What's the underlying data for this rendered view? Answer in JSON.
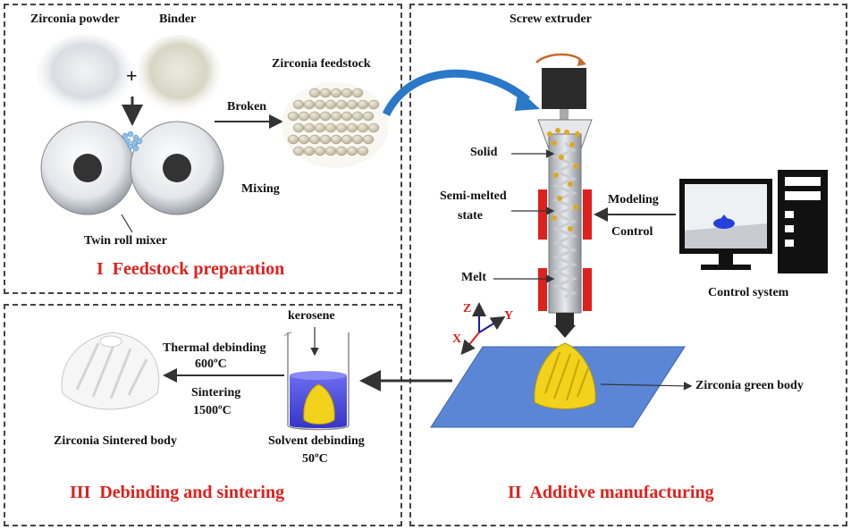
{
  "panels": {
    "p1": {
      "numeral": "I",
      "title": "Feedstock preparation"
    },
    "p2": {
      "numeral": "II",
      "title": "Additive manufacturing"
    },
    "p3": {
      "numeral": "III",
      "title": "Debinding and sintering"
    }
  },
  "feedstock": {
    "zirconia_powder": "Zirconia powder",
    "binder": "Binder",
    "plus": "+",
    "broken": "Broken",
    "zirconia_feedstock": "Zirconia feedstock",
    "mixing": "Mixing",
    "twin_roll_mixer": "Twin roll mixer"
  },
  "am": {
    "screw_extruder": "Screw extruder",
    "solid": "Solid",
    "semi_melted_1": "Semi-melted",
    "semi_melted_2": "state",
    "melt": "Melt",
    "modeling": "Modeling",
    "control": "Control",
    "control_system": "Control system",
    "green_body": "Zirconia green body",
    "axis_z": "Z",
    "axis_y": "Y",
    "axis_x": "X"
  },
  "sinter": {
    "kerosene": "kerosene",
    "thermal_debinding": "Thermal debinding",
    "thermal_temp": "600ºC",
    "sintering": "Sintering",
    "sintering_temp": "1500ºC",
    "sintered_body": "Zirconia Sintered body",
    "solvent_debinding": "Solvent debinding",
    "solvent_temp": "50ºC"
  },
  "colors": {
    "accent_red": "#e0201c",
    "heater_red": "#e0201c",
    "platform_blue": "#5b86d6",
    "part_yellow": "#f2d21a",
    "arrow_blue": "#2a78c8",
    "rotation_arrow": "#c8692a"
  }
}
